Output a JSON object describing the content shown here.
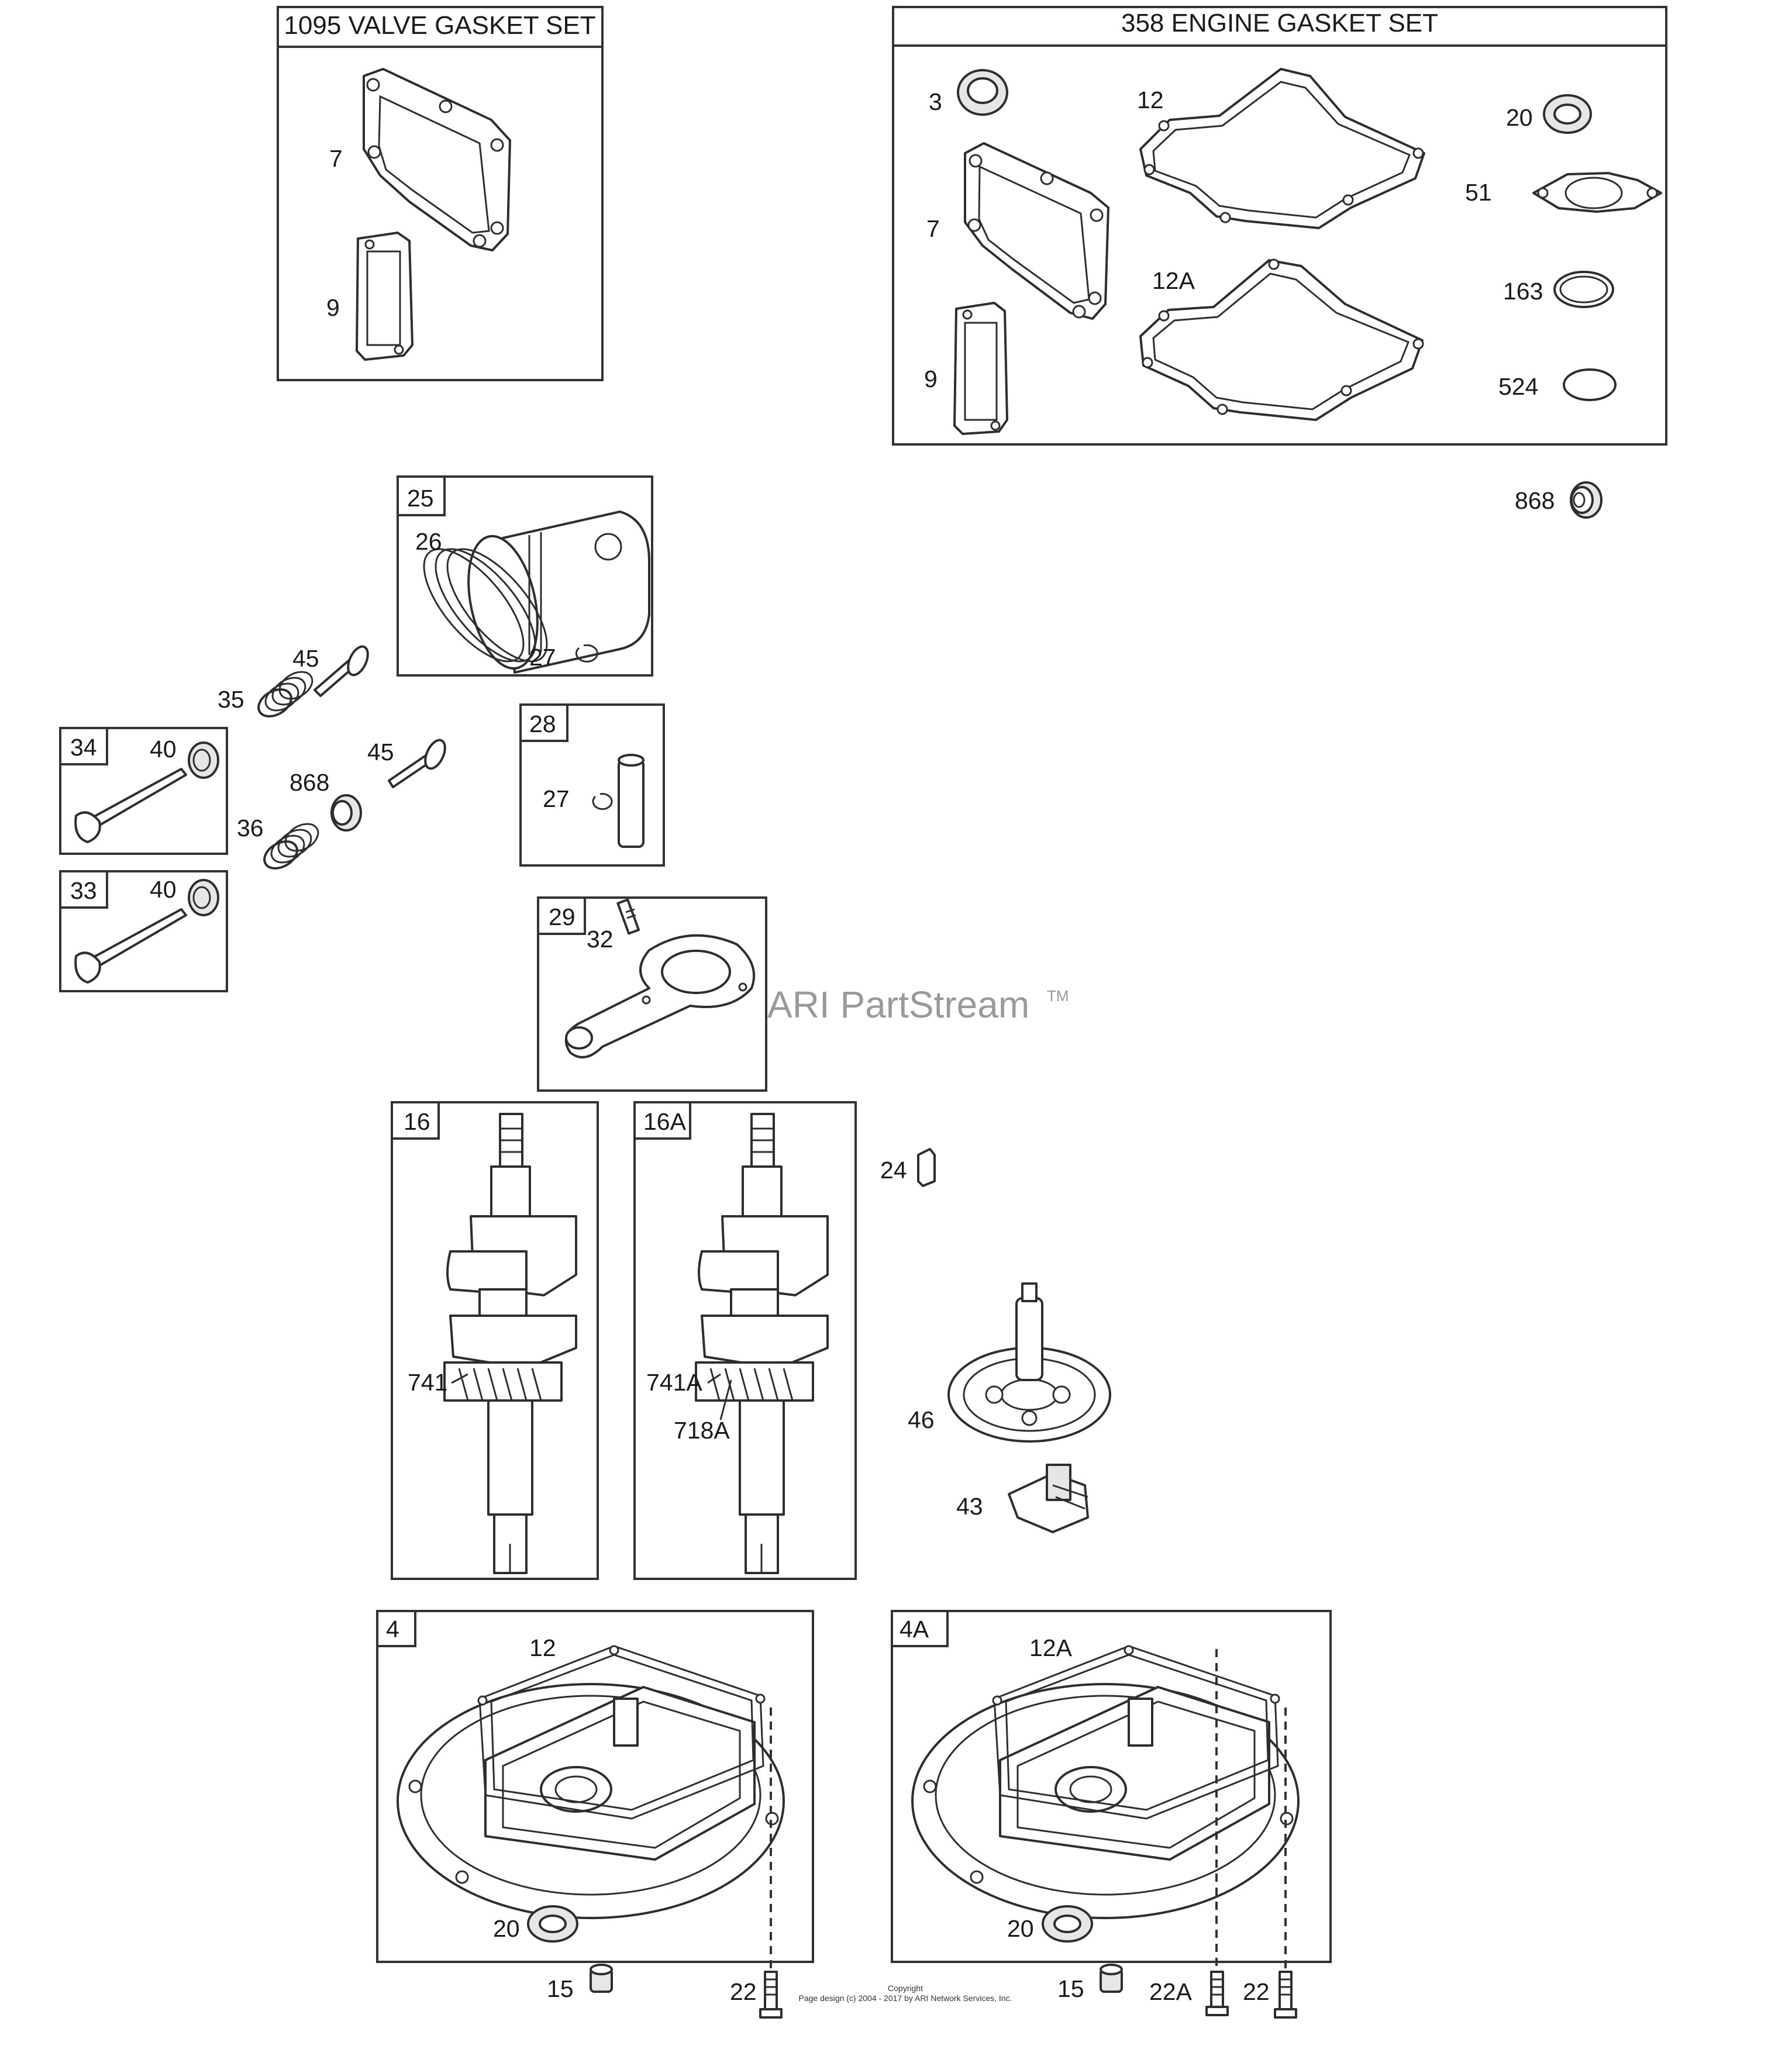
{
  "kits": {
    "valve_gasket_set": "1095 VALVE GASKET SET",
    "engine_gasket_set": "358 ENGINE GASKET SET"
  },
  "group_tags": {
    "g25": "25",
    "g28": "28",
    "g29": "29",
    "g34": "34",
    "g33": "33",
    "g16": "16",
    "g16a": "16A",
    "g4": "4",
    "g4a": "4A"
  },
  "labels": {
    "vgs_7": "7",
    "vgs_9": "9",
    "egs_3": "3",
    "egs_12": "12",
    "egs_20": "20",
    "egs_51": "51",
    "egs_7": "7",
    "egs_12a": "12A",
    "egs_163": "163",
    "egs_9": "9",
    "egs_524": "524",
    "p868_top": "868",
    "p26": "26",
    "p27_a": "27",
    "p45_a": "45",
    "p35": "35",
    "p40_a": "40",
    "p868_mid": "868",
    "p45_b": "45",
    "p36": "36",
    "p40_b": "40",
    "p27_b": "27",
    "p32": "32",
    "p741": "741",
    "p741a": "741A",
    "p718a": "718A",
    "p24": "24",
    "p46": "46",
    "p43": "43",
    "p12_sump": "12",
    "p20_sump": "20",
    "p15_a": "15",
    "p22_a": "22",
    "p12a_sump": "12A",
    "p20_sump_b": "20",
    "p15_b": "15",
    "p22a": "22A",
    "p22_b": "22"
  },
  "watermark": {
    "text": "ARI PartStream",
    "tm": "TM"
  },
  "copyright": {
    "line1": "Copyright",
    "line2": "Page design (c) 2004 - 2017 by ARI Network Services, Inc."
  }
}
